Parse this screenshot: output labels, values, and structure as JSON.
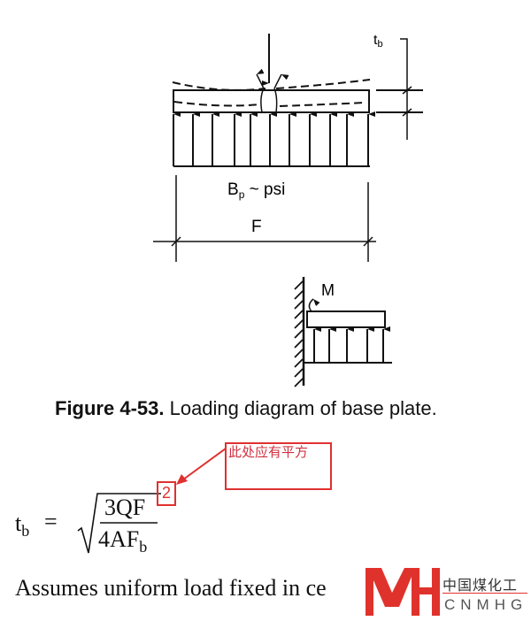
{
  "figure": {
    "labels": {
      "thickness": "t",
      "thickness_sub": "b",
      "pressure": "B",
      "pressure_sub": "p",
      "pressure_rest": " ~ psi",
      "width": "F",
      "moment": "M"
    },
    "caption_number": "Figure 4-53.",
    "caption_text": " Loading diagram of base plate."
  },
  "formula": {
    "lhs": "t",
    "lhs_sub": "b",
    "equals": "=",
    "numerator": "3QF",
    "denominator": "4AF",
    "denominator_sub": "b"
  },
  "annotation": {
    "note": "此处应有平方",
    "superscript": "2",
    "color": "#e03030"
  },
  "body_text": "Assumes uniform load fixed in ce",
  "watermark": {
    "logo_cn": "中国煤化工",
    "logo_en": "CNMHG",
    "color": "#e0322c"
  }
}
